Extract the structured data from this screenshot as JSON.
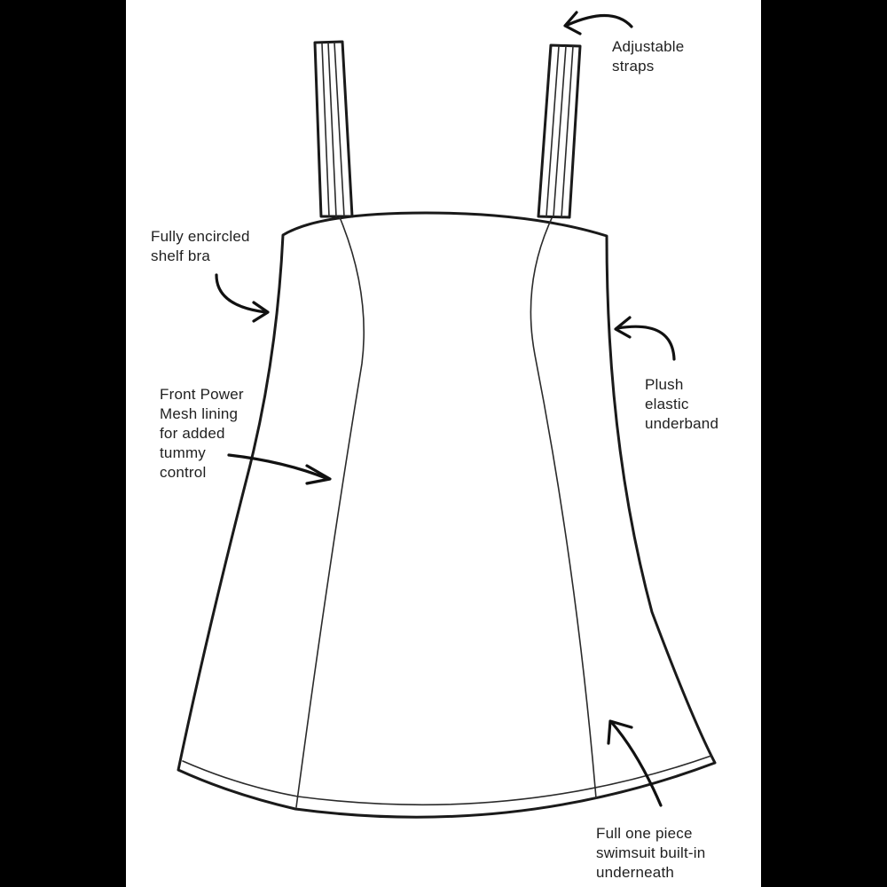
{
  "diagram": {
    "labels": {
      "adjustable_straps": "Adjustable\nstraps",
      "shelf_bra": "Fully encircled\nshelf bra",
      "power_mesh": "Front Power\nMesh lining\nfor added\ntummy\ncontrol",
      "underband": "Plush\nelastic\nunderband",
      "swimsuit": "Full one piece\nswimsuit built-in\nunderneath"
    },
    "colors": {
      "background": "#000000",
      "panel": "#ffffff",
      "line": "#1a1a1a"
    }
  }
}
